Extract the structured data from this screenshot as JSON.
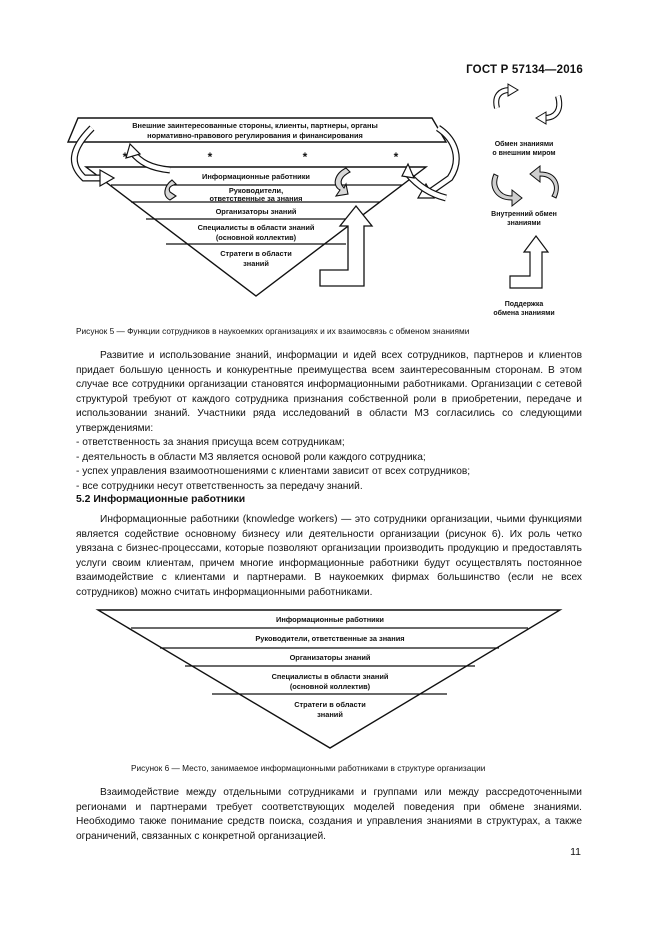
{
  "header": {
    "doc_code": "ГОСТ Р 57134—2016"
  },
  "figure5": {
    "band_top": "Внешние заинтересованные стороны, клиенты, партнеры, органы нормативно-правового регулирования и финансирования",
    "layers": [
      "Информационные работники",
      "Руководители, ответственные за знания",
      "Организаторы знаний",
      "Специалисты в области знаний (основной коллектив)",
      "Стратеги в области знаний"
    ],
    "stars": [
      "*",
      "*",
      "*",
      "*"
    ],
    "legend": [
      {
        "label": "Обмен знаниями о внешним миром",
        "icon": "external-exchange-arrows"
      },
      {
        "label": "Внутренний обмен знаниями",
        "icon": "internal-exchange-arrows"
      },
      {
        "label": "Поддержка обмена знаниями",
        "icon": "support-arrow"
      }
    ],
    "caption": "Рисунок 5 — Функции сотрудников в наукоемких организациях и их взаимосвязь с обменом знаниями"
  },
  "body": {
    "para1": "Развитие и использование знаний, информации и идей всех сотрудников, партнеров и клиентов придает большую ценность и конкурентные преимущества всем заинтересованным сторонам. В этом случае все сотрудники организации становятся информационными работниками. Организации с сетевой структурой требуют от каждого сотрудника признания собственной роли в приобретении, передаче и использовании знаний. Участники ряда исследований в области МЗ согласились со следующими утверждениями:",
    "bullets": [
      "- ответственность за знания присуща всем сотрудникам;",
      "- деятельность в области МЗ является основой роли каждого сотрудника;",
      "- успех управления взаимоотношениями с клиентами зависит от всех сотрудников;",
      "- все сотрудники несут ответственность за передачу знаний."
    ],
    "section_title": "5.2  Информационные работники",
    "para2": "Информационные работники (knowledge workers) — это сотрудники организации, чьими функциями является содействие основному бизнесу или деятельности организации (рисунок 6). Их роль четко увязана с бизнес-процессами, которые позволяют организации производить продукцию и предоставлять услуги своим клиентам, причем многие информационные работники будут осуществлять постоянное взаимодействие с клиентами и партнерами. В наукоемких фирмах большинство (если не всех сотрудников) можно считать информационными работниками.",
    "para3": "Взаимодействие между отдельными сотрудниками и группами или между рассредоточенными регионами и партнерами требует соответствующих моделей поведения при обмене знаниями. Необходимо также понимание средств поиска, создания и управления знаниями в структурах, а также ограничений, связанных с конкретной организацией."
  },
  "figure6": {
    "layers": [
      "Информационные работники",
      "Руководители, ответственные за знания",
      "Организаторы знаний",
      "Специалисты в области знаний (основной коллектив)",
      "Стратеги в области знаний"
    ],
    "caption": "Рисунок 6 — Место, занимаемое информационными работниками в структуре организации"
  },
  "page_number": "11"
}
